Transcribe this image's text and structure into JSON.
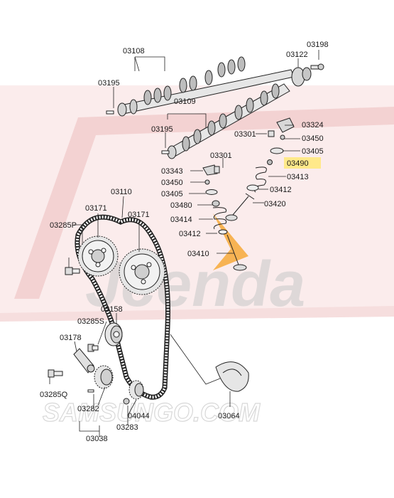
{
  "watermark": {
    "brand": "Jcenda",
    "site": "SAMSUNGO.COM",
    "bg_color": "#fbecec",
    "brand_color": "#b9b9b9",
    "accent_color": "#f5a020"
  },
  "highlight_color": "#ffe98a",
  "labels": {
    "p03108": "03108",
    "p03195a": "03195",
    "p03198": "03198",
    "p03122": "03122",
    "p03109": "03109",
    "p03195b": "03195",
    "p03324": "03324",
    "p03301a": "03301",
    "p03450a": "03450",
    "p03405a": "03405",
    "p03301b": "03301",
    "p03490": "03490",
    "p03343": "03343",
    "p03413": "03413",
    "p03450b": "03450",
    "p03412a": "03412",
    "p03110": "03110",
    "p03405b": "03405",
    "p03420": "03420",
    "p03171a": "03171",
    "p03480": "03480",
    "p03171b": "03171",
    "p03414": "03414",
    "p03285p": "03285P",
    "p03412b": "03412",
    "p03410": "03410",
    "p03158": "03158",
    "p03285s": "03285S",
    "p03178": "03178",
    "p03285q": "03285Q",
    "p03282": "03282",
    "p03044": "04044",
    "p03064": "03064",
    "p03283": "03283",
    "p03038": "03038"
  }
}
